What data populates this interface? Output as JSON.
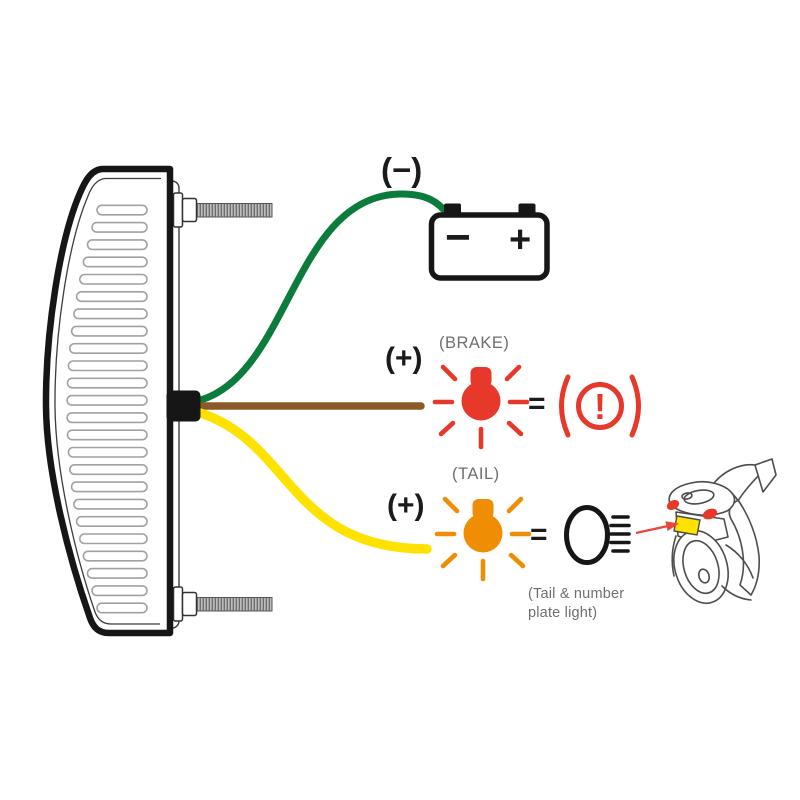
{
  "battery": {
    "negative_terminal_label": "(−)",
    "minus_symbol": "−",
    "plus_symbol": "+"
  },
  "brake_circuit": {
    "positive_label": "(+)",
    "wire_label": "(BRAKE)",
    "equals_symbol": "=",
    "warning_exclamation": "!"
  },
  "tail_circuit": {
    "positive_label": "(+)",
    "wire_label": "(TAIL)",
    "equals_symbol": "=",
    "caption": "(Tail & number plate light)"
  },
  "colors": {
    "ground_wire_green": "#0c7c3c",
    "brake_wire_brown": "#8c5a28",
    "tail_wire_yellow": "#ffe200",
    "brake_red": "#e7382c",
    "tail_orange": "#ef8e05",
    "outline_black": "#161616",
    "label_gray": "#6d6e71"
  }
}
